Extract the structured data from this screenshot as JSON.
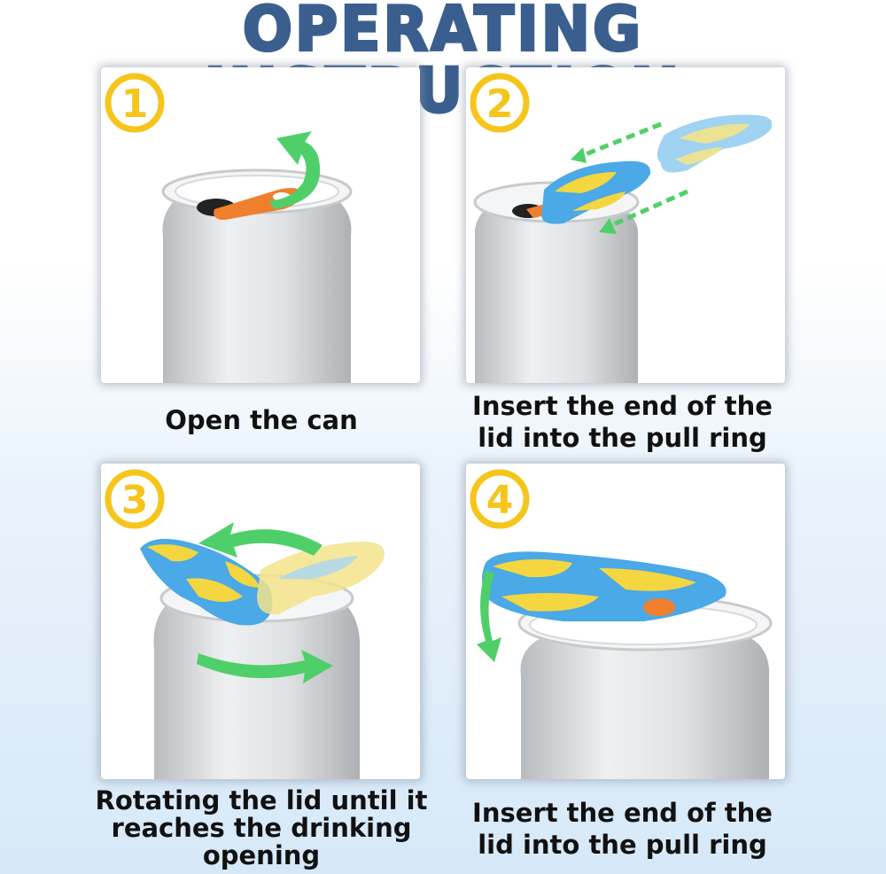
{
  "title": "OPERATING INSTRUCTION",
  "steps": [
    {
      "number": "1",
      "caption": "Open the can"
    },
    {
      "number": "2",
      "caption": "Insert the end of the lid into the pull ring"
    },
    {
      "number": "3",
      "caption": "Rotating the lid until it reaches the drinking opening"
    },
    {
      "number": "4",
      "caption": "Insert the end of the lid into the pull ring"
    }
  ],
  "colors": {
    "title": "#3a5f8f",
    "badge": "#f6c51b",
    "arrow": "#4fcf6a",
    "lid_blue": "#4aa9e6",
    "lid_yellow": "#f3d640",
    "pull_tab": "#f07f2e"
  }
}
